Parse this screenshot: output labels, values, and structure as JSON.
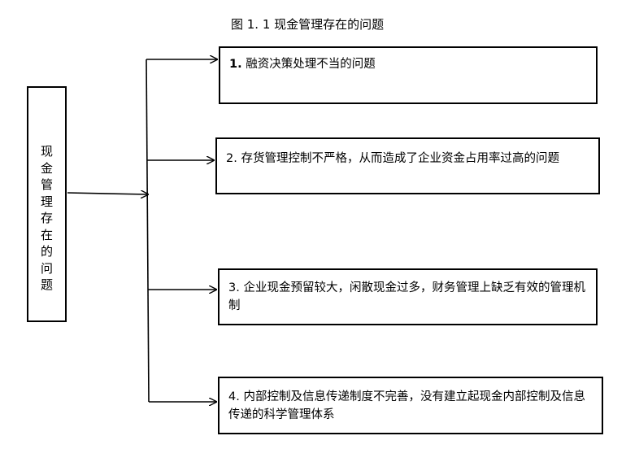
{
  "title": "图 1. 1 现金管理存在的问题",
  "source": {
    "label": "现金管理存在的问题"
  },
  "issues": [
    {
      "number": "1.",
      "text": "融资决策处理不当的问题"
    },
    {
      "number": "2.",
      "text": "存货管理控制不严格，从而造成了企业资金占用率过高的问题"
    },
    {
      "number": "3.",
      "text": "企业现金预留较大，闲散现金过多，财务管理上缺乏有效的管理机制"
    },
    {
      "number": "4.",
      "text": "内部控制及信息传递制度不完善，没有建立起现金内部控制及信息传递的科学管理体系"
    }
  ]
}
